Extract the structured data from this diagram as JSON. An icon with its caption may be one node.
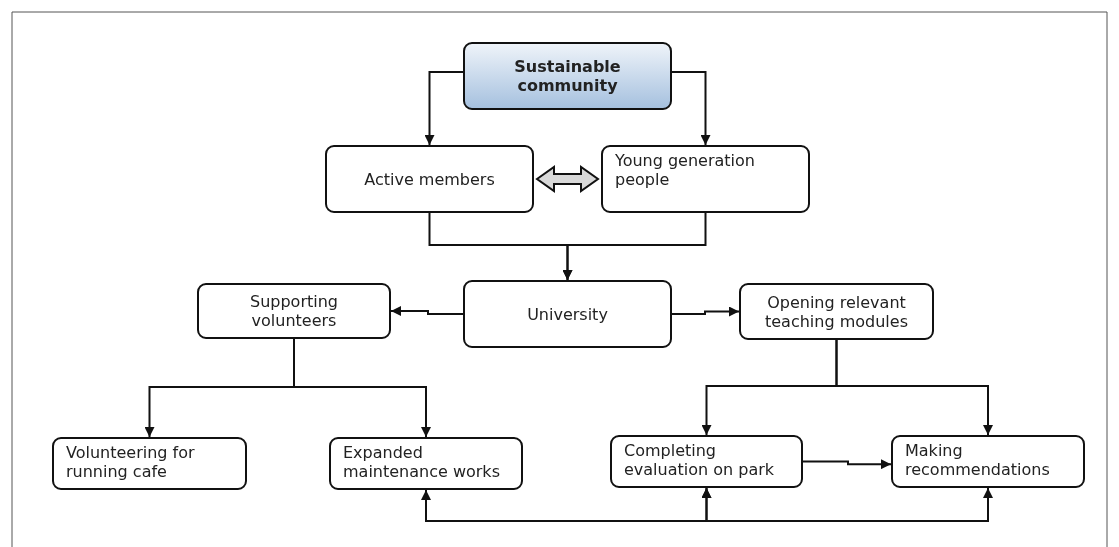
{
  "diagram": {
    "nodes": [
      {
        "text": [
          "Sustainable community"
        ]
      },
      {
        "text": [
          "Active members"
        ]
      },
      {
        "text": [
          "Young generation people"
        ]
      },
      {
        "text": [
          "University"
        ]
      },
      {
        "text": [
          "Supporting volunteers"
        ]
      },
      {
        "text": [
          "Opening relevant teaching modules"
        ]
      },
      {
        "text": [
          "Volunteering for running cafe"
        ]
      },
      {
        "text": [
          "Expanded maintenance works"
        ]
      },
      {
        "text": [
          "Completing evaluation on park"
        ]
      },
      {
        "text": [
          "Making recommendations"
        ]
      }
    ],
    "edges": [
      {
        "from": 0,
        "to": 1,
        "arrow": "to"
      },
      {
        "from": 0,
        "to": 2,
        "arrow": "to"
      },
      {
        "from": 1,
        "to": 2,
        "arrow": "both",
        "style": "thick",
        "color": "#d9d9d9"
      },
      {
        "from": 1,
        "to": 3,
        "arrow": "to"
      },
      {
        "from": 2,
        "to": 3,
        "arrow": "to"
      },
      {
        "from": 3,
        "to": 4,
        "arrow": "to"
      },
      {
        "from": 3,
        "to": 5,
        "arrow": "to"
      },
      {
        "from": 4,
        "to": 6,
        "arrow": "to"
      },
      {
        "from": 4,
        "to": 7,
        "arrow": "to"
      },
      {
        "from": 5,
        "to": 8,
        "arrow": "to"
      },
      {
        "from": 5,
        "to": 9,
        "arrow": "to"
      },
      {
        "from": 8,
        "to": 9,
        "arrow": "to"
      },
      {
        "from": 7,
        "to": 8,
        "arrow": "both"
      },
      {
        "from": 8,
        "to": 9,
        "arrow": "both"
      }
    ]
  }
}
